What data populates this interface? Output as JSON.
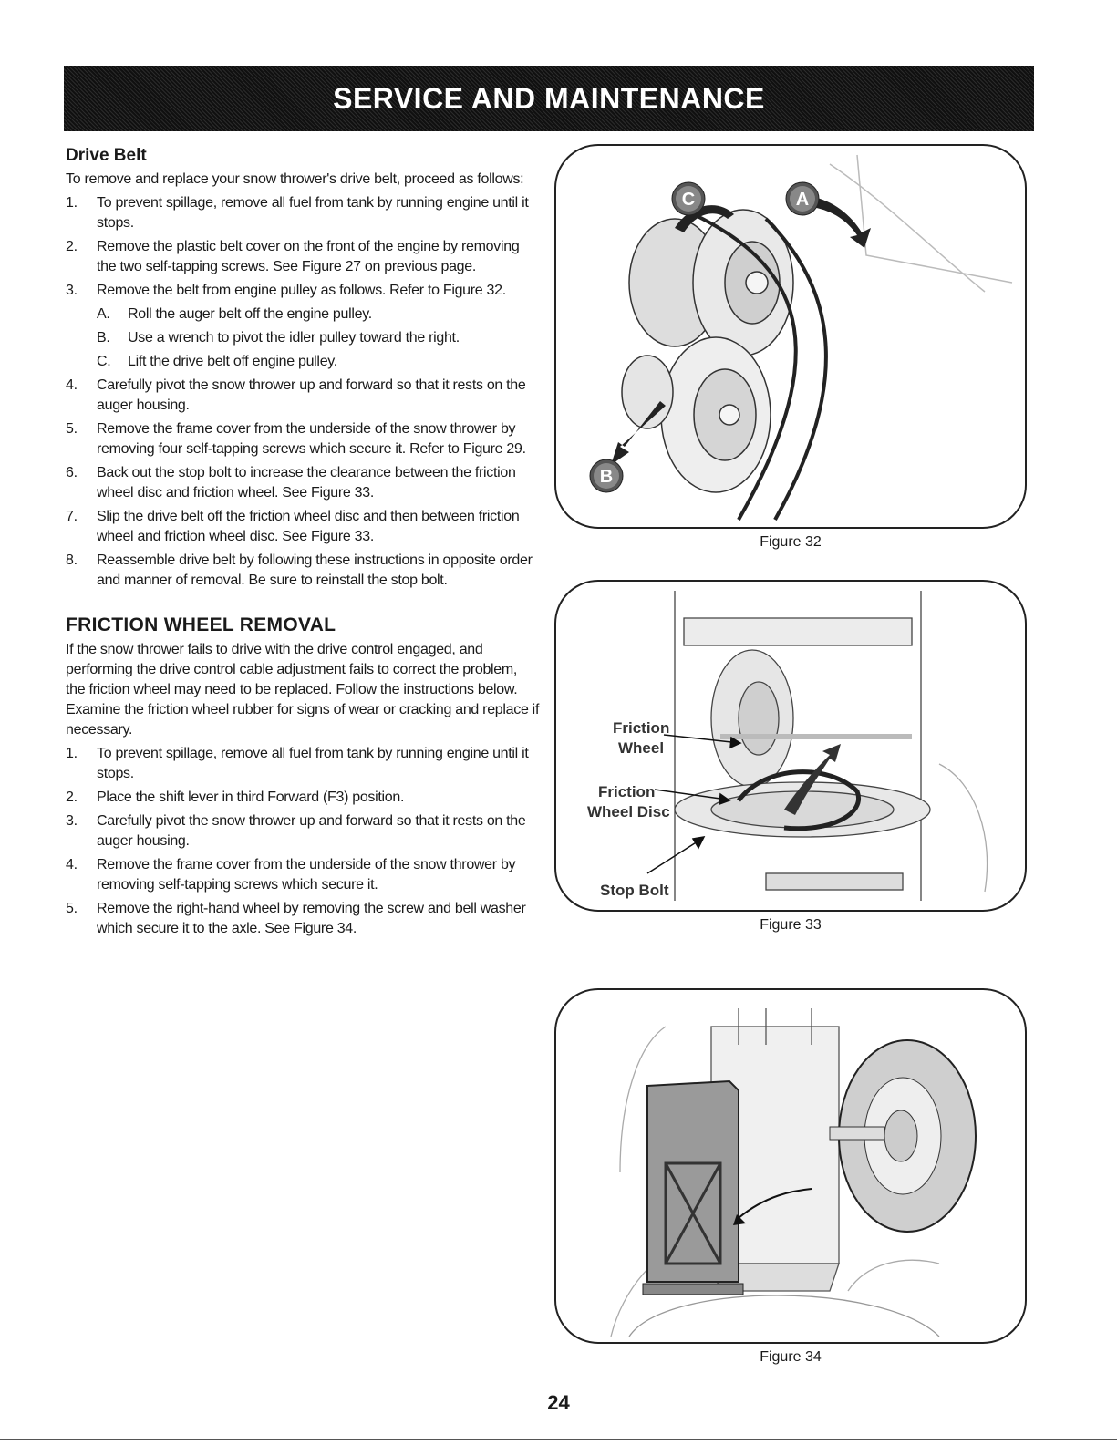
{
  "header": {
    "title": "SERVICE AND MAINTENANCE"
  },
  "drive_belt": {
    "heading": "Drive Belt",
    "intro": "To remove and replace your snow thrower's drive belt, proceed as follows:",
    "steps": [
      {
        "num": "1.",
        "text": "To prevent spillage, remove all fuel from tank by running engine until it stops."
      },
      {
        "num": "2.",
        "text": "Remove the plastic belt cover on the front of the engine by removing the two self-tapping screws. See Figure 27 on previous page."
      },
      {
        "num": "3.",
        "text": "Remove the belt from engine pulley as follows. Refer to Figure 32."
      },
      {
        "num": "4.",
        "text": "Carefully pivot the snow thrower up and forward so that it rests on the auger housing."
      },
      {
        "num": "5.",
        "text": "Remove the frame cover from the underside of the snow thrower by removing four self-tapping screws which secure it. Refer to Figure 29."
      },
      {
        "num": "6.",
        "text": "Back out the stop bolt to increase the clearance between the friction wheel disc and friction wheel. See Figure 33."
      },
      {
        "num": "7.",
        "text": "Slip the drive belt off the friction wheel disc and then between friction wheel and friction wheel disc. See Figure 33."
      },
      {
        "num": "8.",
        "text": "Reassemble drive belt by following these instructions in opposite order and manner of removal. Be sure to reinstall the stop bolt."
      }
    ],
    "substeps": [
      {
        "num": "A.",
        "text": "Roll the auger belt off the engine pulley."
      },
      {
        "num": "B.",
        "text": "Use a wrench to pivot the idler pulley toward the right."
      },
      {
        "num": "C.",
        "text": "Lift the drive belt off engine pulley."
      }
    ]
  },
  "friction_wheel": {
    "heading": "FRICTION WHEEL REMOVAL",
    "intro": "If the snow thrower fails to drive with the drive control engaged, and performing the drive control cable adjustment fails to correct the problem, the friction wheel may need to be replaced. Follow the instructions below. Examine the friction wheel rubber for signs of wear or cracking and replace if necessary.",
    "steps": [
      {
        "num": "1.",
        "text": "To prevent spillage, remove all fuel from tank by running engine until it stops."
      },
      {
        "num": "2.",
        "text": "Place the shift lever in third Forward (F3) position."
      },
      {
        "num": "3.",
        "text": "Carefully pivot the snow thrower up and forward so that it rests on the auger housing."
      },
      {
        "num": "4.",
        "text": "Remove the frame cover from the underside of the snow thrower by removing self-tapping screws which secure it."
      },
      {
        "num": "5.",
        "text": "Remove the right-hand wheel by removing the screw and bell washer which secure it to the axle. See Figure 34."
      }
    ]
  },
  "figures": {
    "fig32": {
      "caption": "Figure 32",
      "labels": {
        "c": "C",
        "a": "A",
        "b": "B"
      }
    },
    "fig33": {
      "caption": "Figure 33",
      "labels": {
        "friction": "Friction",
        "wheel": "Wheel",
        "friction2": "Friction",
        "wheel_disc": "Wheel Disc",
        "stop_bolt": "Stop Bolt"
      }
    },
    "fig34": {
      "caption": "Figure 34"
    }
  },
  "page": {
    "number": "24"
  }
}
